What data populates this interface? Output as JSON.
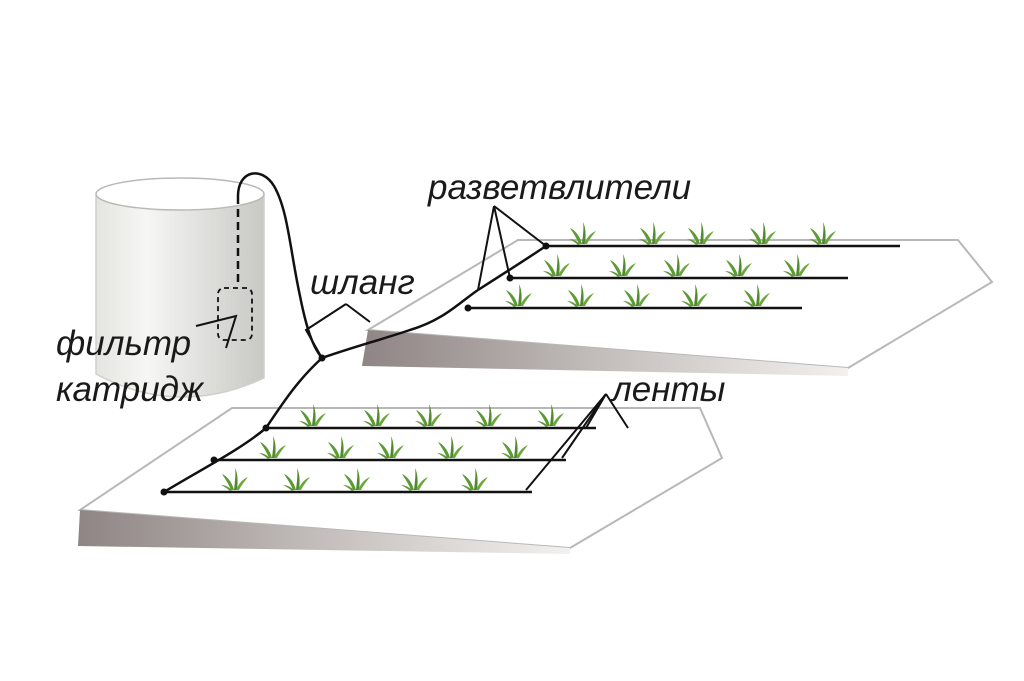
{
  "labels": {
    "splitters": "разветвлители",
    "hose": "шланг",
    "filter": "фильтр",
    "cartridge": "катридж",
    "tapes": "ленты"
  },
  "colors": {
    "bed_top": "#ffffff",
    "bed_outline": "#b8b8b8",
    "bed_front_dark": "#8e8584",
    "bed_front_light": "#f2f1f0",
    "barrel_light": "#f4f4f2",
    "barrel_dark": "#d2d2ce",
    "line": "#111111",
    "plant": "#5c9a34",
    "plant_highlight": "#8bd05a"
  },
  "icons": {
    "barrel": "water-barrel-icon",
    "filter": "filter-cartridge-icon",
    "plant": "seedling-icon"
  }
}
